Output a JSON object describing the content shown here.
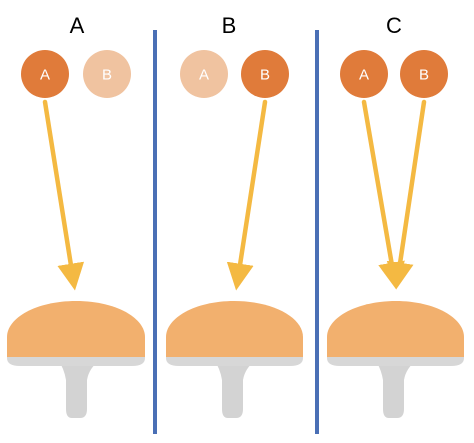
{
  "colors": {
    "node_active": "#E07B3A",
    "node_inactive": "#F0C3A0",
    "arrow": "#F4B942",
    "divider": "#4A6FB5",
    "cap_top": "#F2B06E",
    "cap_base": "#D7D7D7",
    "stem": "#D3D3D3",
    "background": "#FFFFFF"
  },
  "panels": [
    {
      "label": "A",
      "nodes": [
        {
          "label": "A",
          "state": "active"
        },
        {
          "label": "B",
          "state": "inactive"
        }
      ],
      "arrows_from": [
        "A"
      ]
    },
    {
      "label": "B",
      "nodes": [
        {
          "label": "A",
          "state": "inactive"
        },
        {
          "label": "B",
          "state": "active"
        }
      ],
      "arrows_from": [
        "B"
      ]
    },
    {
      "label": "C",
      "nodes": [
        {
          "label": "A",
          "state": "active"
        },
        {
          "label": "B",
          "state": "active"
        }
      ],
      "arrows_from": [
        "A",
        "B"
      ]
    }
  ]
}
